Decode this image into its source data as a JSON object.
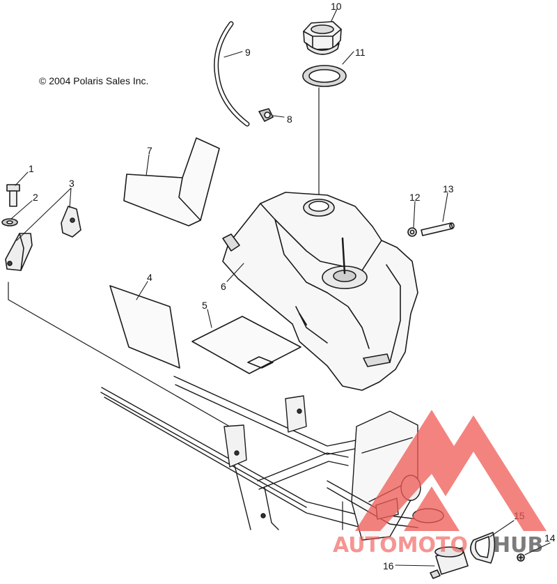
{
  "copyright": "© 2004 Polaris Sales Inc.",
  "callouts": {
    "c1": "1",
    "c2": "2",
    "c3": "3",
    "c4": "4",
    "c5": "5",
    "c6": "6",
    "c7": "7",
    "c8": "8",
    "c9": "9",
    "c10": "10",
    "c11": "11",
    "c12": "12",
    "c13": "13",
    "c14": "14",
    "c15": "15",
    "c16": "16"
  },
  "watermark": {
    "part1": "AUTOMOTO",
    "part2": "HUB"
  },
  "colors": {
    "line": "#1a1a1a",
    "watermark": "#f05a55"
  }
}
